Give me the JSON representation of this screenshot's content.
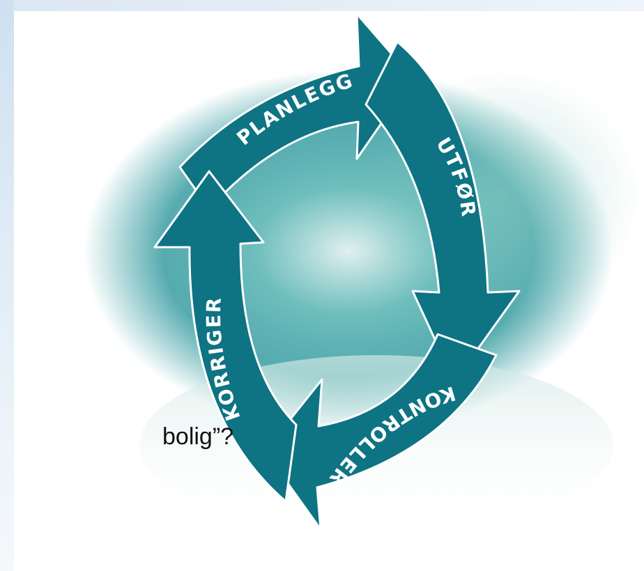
{
  "diagram": {
    "type": "cycle",
    "steps": [
      {
        "label": "PLANLEGG"
      },
      {
        "label": "UTFØR"
      },
      {
        "label": "KONTROLLER"
      },
      {
        "label": "KORRIGER"
      }
    ],
    "arrow_color": "#0e7383",
    "arrow_outline": "#ffffff",
    "background_tint": "#1d8f95"
  },
  "slide": {
    "fragment_text": "bolig”?"
  }
}
